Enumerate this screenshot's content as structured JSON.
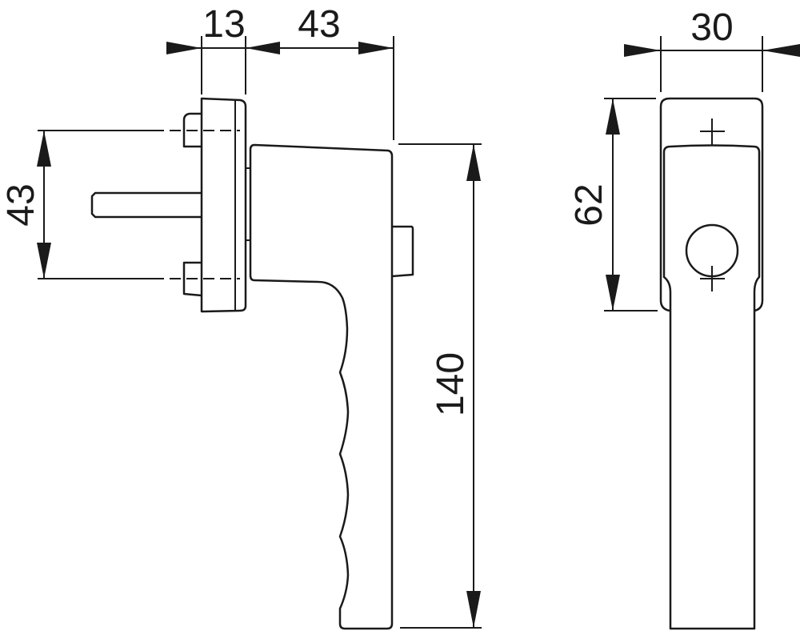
{
  "drawing": {
    "side_view": {
      "dim_rose_depth": "13",
      "dim_lever_offset": "43",
      "dim_screw_spacing": "43",
      "dim_lever_length": "140"
    },
    "front_view": {
      "dim_width": "30",
      "dim_rose_height": "62"
    },
    "line_color": "#1a1a1a"
  }
}
